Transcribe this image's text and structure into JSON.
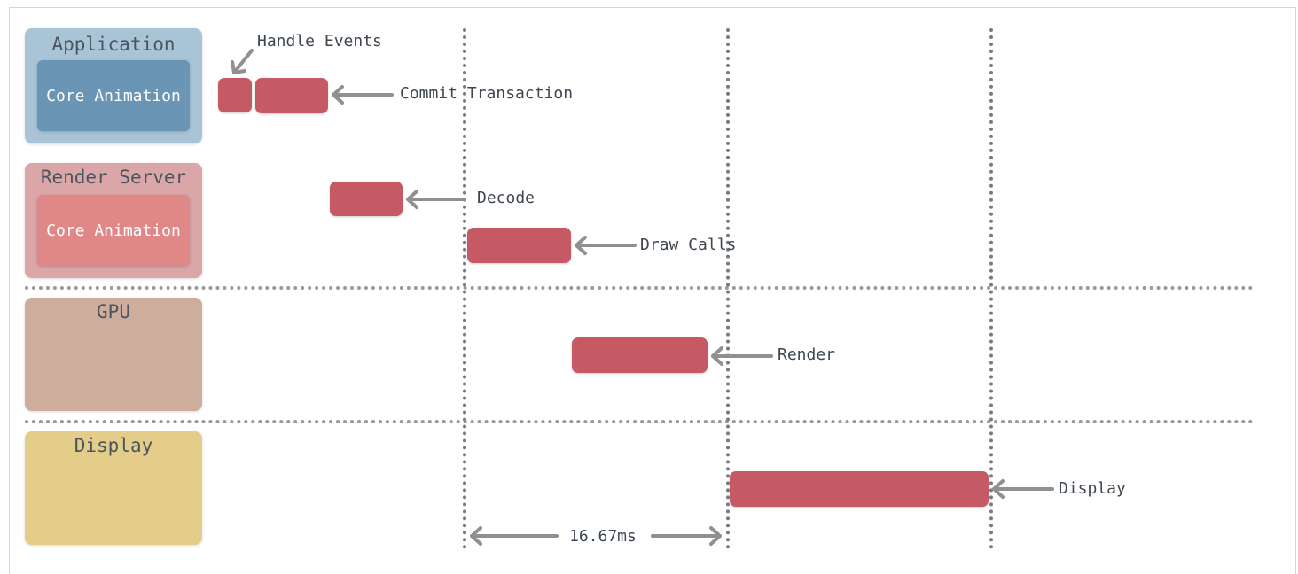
{
  "lanes": {
    "application": {
      "title": "Application",
      "inner": "Core Animation",
      "color": "#a9c4d6",
      "inner_color": "#6a95b4"
    },
    "render_server": {
      "title": "Render Server",
      "inner": "Core Animation",
      "color": "#dba6a8",
      "inner_color": "#e08888"
    },
    "gpu": {
      "title": "GPU",
      "color": "#cfad9c"
    },
    "display": {
      "title": "Display",
      "color": "#e3cd88"
    }
  },
  "labels": {
    "handle_events": "Handle Events",
    "commit_transaction": "Commit Transaction",
    "decode": "Decode",
    "draw_calls": "Draw Calls",
    "render": "Render",
    "display": "Display",
    "frame_time": "16.67ms"
  },
  "colors": {
    "task_bar": "#c55a64",
    "arrow": "#909090",
    "divider": "#777b80"
  }
}
